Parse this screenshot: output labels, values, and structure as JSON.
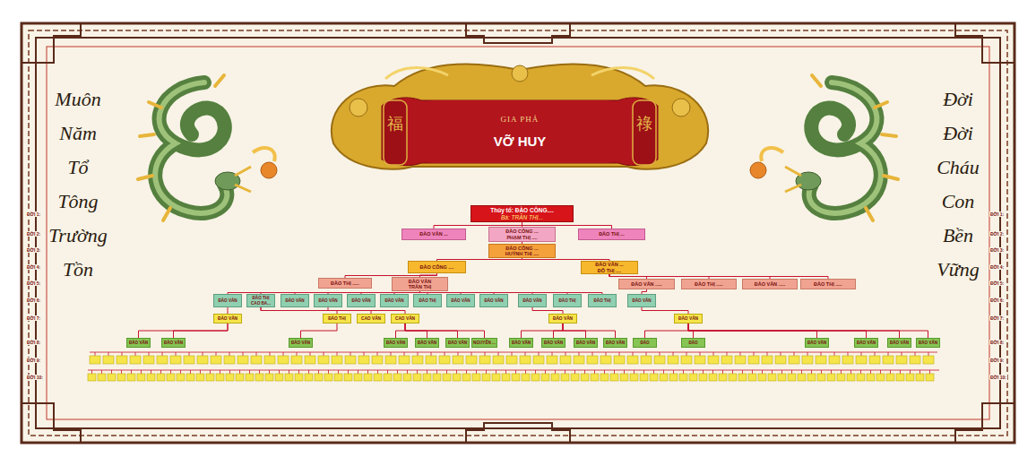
{
  "diagram": {
    "nodes": [
      {
        "text": [
          "GIA PHẢ",
          "VỠ HUY"
        ]
      },
      {
        "text": [
          "Thủy tổ: ĐÀO CÔNG....",
          "Bà: TRẦN THỊ..."
        ]
      },
      {
        "text": [
          "ĐÀO VĂN ..."
        ]
      },
      {
        "text": [
          "ĐÀO CÔNG ...",
          "PHẠM THỊ ...."
        ]
      },
      {
        "text": [
          "ĐÀO THỊ ..."
        ]
      },
      {
        "text": [
          "ĐÀO CÔNG ...",
          "HUỲNH THỊ ...."
        ]
      },
      {
        "text": [
          "ĐÀO CÔNG ...."
        ]
      },
      {
        "text": [
          "ĐÀO VĂN ...",
          "ĐỖ THỊ ...."
        ]
      },
      {
        "text": [
          "ĐÀO THỊ ....."
        ]
      },
      {
        "text": [
          "ĐÀO VĂN",
          "TRẦN THỊ"
        ]
      },
      {
        "text": [
          "ĐÀO VĂN ....."
        ]
      },
      {
        "text": [
          "ĐÀO THỊ ....."
        ]
      },
      {
        "text": [
          "ĐÀO VĂN ....."
        ]
      },
      {
        "text": [
          "ĐÀO THỊ ....."
        ]
      },
      {
        "text": [
          "ĐÀO VĂN"
        ]
      },
      {
        "text": [
          "ĐÀO THỊ",
          "CAO BA..."
        ]
      },
      {
        "text": [
          "ĐÀO VĂN"
        ]
      },
      {
        "text": [
          "ĐÀO VĂN"
        ]
      },
      {
        "text": [
          "ĐÀO VĂN"
        ]
      },
      {
        "text": [
          "ĐÀO VĂN"
        ]
      },
      {
        "text": [
          "ĐÀO THỊ"
        ]
      },
      {
        "text": [
          "ĐÀO VĂN"
        ]
      },
      {
        "text": [
          "ĐÀO VĂN"
        ]
      },
      {
        "text": [
          "ĐÀO VĂN"
        ]
      },
      {
        "text": [
          "ĐÀO THỊ"
        ]
      },
      {
        "text": [
          "ĐÀO THỊ"
        ]
      },
      {
        "text": [
          "ĐÀO VĂN"
        ]
      },
      {
        "text": [
          "ĐÀO VĂN"
        ]
      },
      {
        "text": [
          "ĐÀO THỊ"
        ]
      },
      {
        "text": [
          "CAO VĂN"
        ]
      },
      {
        "text": [
          "CAO VĂN"
        ]
      },
      {
        "text": [
          "ĐÀO VĂN"
        ]
      },
      {
        "text": [
          "ĐÀO VĂN"
        ]
      },
      {
        "text": [
          "ĐÀO VĂN"
        ]
      },
      {
        "text": [
          "ĐÀO VĂN"
        ]
      },
      {
        "text": [
          "ĐÀO VĂN"
        ]
      },
      {
        "text": [
          "ĐÀO VĂN"
        ]
      },
      {
        "text": [
          "ĐÀO VĂN"
        ]
      },
      {
        "text": [
          "ĐÀO VĂN"
        ]
      },
      {
        "text": [
          "NGUYỄN ..."
        ]
      },
      {
        "text": [
          "ĐÀO VĂN"
        ]
      },
      {
        "text": [
          "ĐÀO VĂN"
        ]
      },
      {
        "text": [
          "ĐÀO VĂN"
        ]
      },
      {
        "text": [
          "ĐÀO VĂN"
        ]
      },
      {
        "text": [
          "ĐÀO"
        ]
      },
      {
        "text": [
          "ĐÀO"
        ]
      },
      {
        "text": [
          "ĐÀO VĂN"
        ]
      },
      {
        "text": [
          "ĐÀO VĂN"
        ]
      },
      {
        "text": [
          "ĐÀO VĂN"
        ]
      },
      {
        "text": [
          "ĐÀO VĂN"
        ]
      }
    ],
    "edges": [
      {
        "from": 1,
        "to": 2,
        "arrow": "none"
      },
      {
        "from": 1,
        "to": 3,
        "arrow": "none"
      },
      {
        "from": 1,
        "to": 4,
        "arrow": "none"
      },
      {
        "from": 3,
        "to": 5,
        "arrow": "none"
      },
      {
        "from": 5,
        "to": 6,
        "arrow": "none"
      },
      {
        "from": 5,
        "to": 7,
        "arrow": "none"
      },
      {
        "from": 6,
        "to": 8,
        "arrow": "none"
      },
      {
        "from": 6,
        "to": 9,
        "arrow": "none"
      },
      {
        "from": 7,
        "to": 10,
        "arrow": "none"
      },
      {
        "from": 7,
        "to": 11,
        "arrow": "none"
      },
      {
        "from": 7,
        "to": 12,
        "arrow": "none"
      },
      {
        "from": 7,
        "to": 13,
        "arrow": "none"
      },
      {
        "from": 9,
        "to": 14,
        "arrow": "none"
      },
      {
        "from": 9,
        "to": 15,
        "arrow": "none"
      },
      {
        "from": 9,
        "to": 16,
        "arrow": "none"
      },
      {
        "from": 9,
        "to": 17,
        "arrow": "none"
      },
      {
        "from": 9,
        "to": 18,
        "arrow": "none"
      },
      {
        "from": 9,
        "to": 19,
        "arrow": "none"
      },
      {
        "from": 9,
        "to": 20,
        "arrow": "none"
      },
      {
        "from": 9,
        "to": 21,
        "arrow": "none"
      },
      {
        "from": 9,
        "to": 22,
        "arrow": "none"
      },
      {
        "from": 9,
        "to": 23,
        "arrow": "none"
      },
      {
        "from": 9,
        "to": 24,
        "arrow": "none"
      },
      {
        "from": 9,
        "to": 25,
        "arrow": "none"
      },
      {
        "from": 10,
        "to": 26,
        "arrow": "none"
      },
      {
        "from": 14,
        "to": 27,
        "arrow": "none"
      },
      {
        "from": 17,
        "to": 28,
        "arrow": "none"
      },
      {
        "from": 15,
        "to": 29,
        "arrow": "none"
      },
      {
        "from": 15,
        "to": 30,
        "arrow": "none"
      },
      {
        "from": 23,
        "to": 31,
        "arrow": "none"
      },
      {
        "from": 26,
        "to": 32,
        "arrow": "none"
      },
      {
        "from": 27,
        "to": 33,
        "arrow": "none"
      },
      {
        "from": 27,
        "to": 34,
        "arrow": "none"
      },
      {
        "from": 28,
        "to": 35,
        "arrow": "none"
      },
      {
        "from": 30,
        "to": 36,
        "arrow": "none"
      },
      {
        "from": 30,
        "to": 37,
        "arrow": "none"
      },
      {
        "from": 30,
        "to": 38,
        "arrow": "none"
      },
      {
        "from": 30,
        "to": 39,
        "arrow": "none"
      },
      {
        "from": 31,
        "to": 40,
        "arrow": "none"
      },
      {
        "from": 31,
        "to": 41,
        "arrow": "none"
      },
      {
        "from": 31,
        "to": 42,
        "arrow": "none"
      },
      {
        "from": 31,
        "to": 43,
        "arrow": "none"
      },
      {
        "from": 32,
        "to": 44,
        "arrow": "none"
      },
      {
        "from": 32,
        "to": 45,
        "arrow": "none"
      },
      {
        "from": 32,
        "to": 46,
        "arrow": "none"
      },
      {
        "from": 32,
        "to": 47,
        "arrow": "none"
      },
      {
        "from": 32,
        "to": 48,
        "arrow": "none"
      },
      {
        "from": 32,
        "to": 49,
        "arrow": "none"
      }
    ],
    "labels": [
      "Muôn Năm Tổ Tông Trường Tồn",
      "Đời Đời Cháu Con Bền Vững",
      "福",
      "祿",
      "ĐỜI 1:",
      "ĐỜI 2:",
      "ĐỜI 3:",
      "ĐỜI 4:",
      "ĐỜI 5:",
      "ĐỜI 6:",
      "ĐỜI 7:",
      "ĐỜI 8:",
      "ĐỜI 9:",
      "ĐỜI 10:",
      "ĐỜI 1:",
      "ĐỜI 2:",
      "ĐỜI 3:",
      "ĐỜI 4:",
      "ĐỜI 5:",
      "ĐỜI 6:",
      "ĐỜI 7:",
      "ĐỜI 8:",
      "ĐỜI 9:",
      "ĐỜI 10:"
    ]
  }
}
